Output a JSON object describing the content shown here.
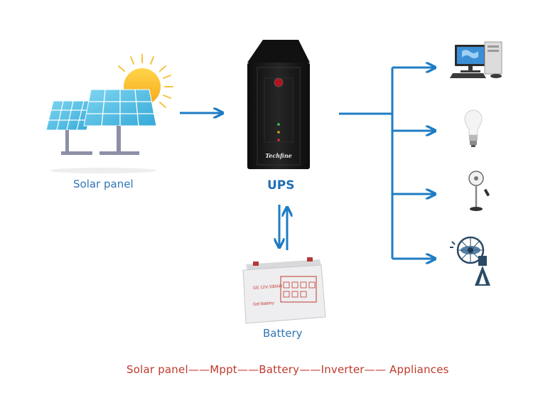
{
  "components": {
    "solar_panel": {
      "label": "Solar panel"
    },
    "ups": {
      "label": "UPS",
      "brand": "Techfine"
    },
    "battery": {
      "label": "Battery",
      "model_text": "GE 12V-100AH",
      "type_text": "Gel Battery"
    }
  },
  "appliances": [
    {
      "name": "computer-icon"
    },
    {
      "name": "light-bulb-icon"
    },
    {
      "name": "standing-fan-icon"
    },
    {
      "name": "ceiling-fan-icon"
    }
  ],
  "caption": "Solar panel——Mppt——Battery——Inverter—— Appliances",
  "colors": {
    "arrow": "#1f7cc4",
    "label": "#2f75b5",
    "caption": "#c0392b",
    "ups_body": "#1a1a1a"
  }
}
